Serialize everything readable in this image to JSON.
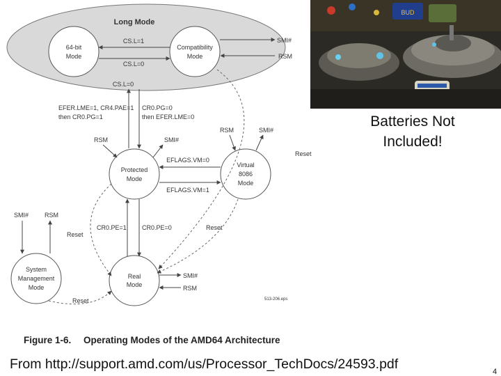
{
  "diagram": {
    "long_mode_title": "Long Mode",
    "nodes": {
      "mode64_line1": "64-bit",
      "mode64_line2": "Mode",
      "compat_line1": "Compatibility",
      "compat_line2": "Mode",
      "protected_line1": "Protected",
      "protected_line2": "Mode",
      "virtual_line1": "Virtual",
      "virtual_line2": "8086",
      "virtual_line3": "Mode",
      "real_line1": "Real",
      "real_line2": "Mode",
      "smm_line1": "System",
      "smm_line2": "Management",
      "smm_line3": "Mode"
    },
    "edges": {
      "csl_1": "CS.L=1",
      "csl_0_a": "CS.L=0",
      "csl_0_b": "CS.L=0",
      "efer_enable_1": "EFER.LME=1, CR4.PAE=1",
      "efer_enable_2": "then CR0.PG=1",
      "efer_disable_1": "CR0.PG=0",
      "efer_disable_2": "then EFER.LME=0",
      "eflags_vm0": "EFLAGS.VM=0",
      "eflags_vm1": "EFLAGS.VM=1",
      "cr0_pe1": "CR0.PE=1",
      "cr0_pe0": "CR0.PE=0"
    },
    "signals": {
      "smi_long": "SMI#",
      "rsm_long": "RSM",
      "rsm_protected": "RSM",
      "smi_protected": "SMI#",
      "rsm_virtual": "RSM",
      "smi_virtual": "SMI#",
      "smi_smm": "SMI#",
      "rsm_smm": "RSM",
      "smi_real": "SMI#",
      "rsm_real": "RSM",
      "reset_right": "Reset",
      "reset_virtual": "Reset",
      "reset_left": "Reset",
      "reset_bottom": "Reset"
    },
    "ref_code": "513-206.eps"
  },
  "figure_caption": {
    "number": "Figure 1-6.",
    "title": "Operating Modes of the AMD64 Architecture"
  },
  "side_caption": {
    "line1": "Batteries Not",
    "line2": "Included!"
  },
  "source_line": "From http://support.amd.com/us/Processor_TechDocs/24593.pdf",
  "slide_number": "4",
  "photo": {
    "can_label": "BUD"
  }
}
